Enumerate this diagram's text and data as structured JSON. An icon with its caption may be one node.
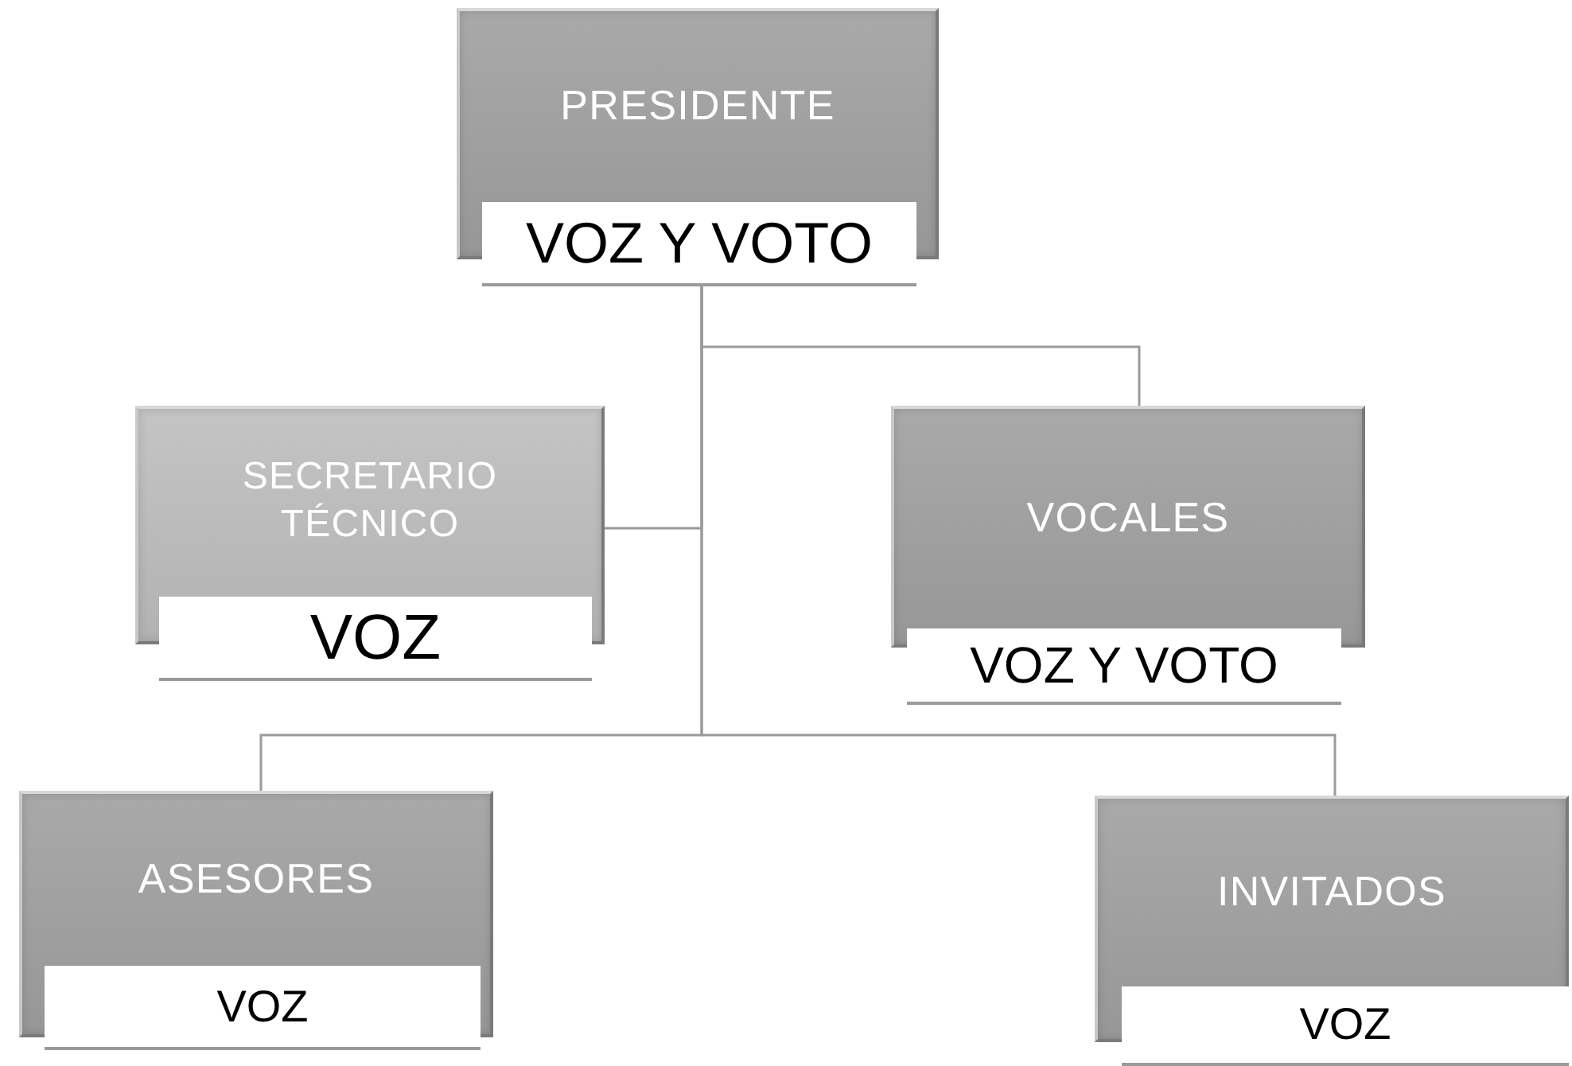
{
  "diagram": {
    "nodes": [
      {
        "text": [
          "PRESIDENTE",
          "VOZ Y VOTO"
        ]
      },
      {
        "text": [
          "SECRETARIO TÉCNICO",
          "VOZ"
        ]
      },
      {
        "text": [
          "VOCALES",
          "VOZ Y VOTO"
        ]
      },
      {
        "text": [
          "ASESORES",
          "VOZ"
        ]
      },
      {
        "text": [
          "INVITADOS",
          "VOZ"
        ]
      }
    ],
    "edges": [
      {
        "from": 0,
        "to": 2,
        "arrow": "none"
      },
      {
        "from": 0,
        "to": 1,
        "arrow": "none"
      },
      {
        "from": 0,
        "to": 3,
        "arrow": "none"
      },
      {
        "from": 0,
        "to": 4,
        "arrow": "none"
      }
    ]
  }
}
